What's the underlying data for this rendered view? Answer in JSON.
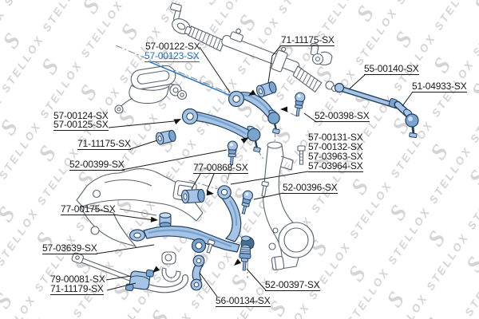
{
  "brand": {
    "watermark_text": "STELLOX",
    "watermark_logo": "stellox-s-wrench-logo"
  },
  "colors": {
    "background": "#ffffff",
    "watermark_gray": "#d4d4d7",
    "label_black": "#1a1a1a",
    "label_blue": "#2070be",
    "part_fill_blue": "#a6c4e6",
    "part_shade_blue": "#7aa3cf",
    "part_dark_blue": "#476f96",
    "part_outline_blue": "#24415c",
    "outline_gray": "#5a6470"
  },
  "diagram": {
    "type": "auto-parts-exploded-diagram",
    "subject": "front suspension and steering parts with catalog part numbers",
    "highlighted_part_number": "57-00123-SX"
  },
  "labels": [
    {
      "text": "57-00122-SX",
      "color": "black",
      "underline": false
    },
    {
      "text": "57-00123-SX",
      "color": "blue",
      "underline": true
    },
    {
      "text": "71-11175-SX",
      "color": "black",
      "underline": true
    },
    {
      "text": "55-00140-SX",
      "color": "black",
      "underline": true
    },
    {
      "text": "51-04933-SX",
      "color": "black",
      "underline": true
    },
    {
      "text": "52-00398-SX",
      "color": "black",
      "underline": true
    },
    {
      "text": "57-00124-SX",
      "color": "black",
      "underline": false
    },
    {
      "text": "57-00125-SX",
      "color": "black",
      "underline": true
    },
    {
      "text": "71-11175-SX",
      "color": "black",
      "underline": true
    },
    {
      "text": "52-00399-SX",
      "color": "black",
      "underline": true
    },
    {
      "text": "57-00131-SX",
      "color": "black",
      "underline": false
    },
    {
      "text": "57-00132-SX",
      "color": "black",
      "underline": false
    },
    {
      "text": "57-03963-SX",
      "color": "black",
      "underline": false
    },
    {
      "text": "57-03964-SX",
      "color": "black",
      "underline": true
    },
    {
      "text": "77-00868-SX",
      "color": "black",
      "underline": true
    },
    {
      "text": "52-00396-SX",
      "color": "black",
      "underline": true
    },
    {
      "text": "77-00175-SX",
      "color": "black",
      "underline": true
    },
    {
      "text": "57-03639-SX",
      "color": "black",
      "underline": true
    },
    {
      "text": "79-00081-SX",
      "color": "black",
      "underline": false
    },
    {
      "text": "71-11179-SX",
      "color": "black",
      "underline": true
    },
    {
      "text": "52-00397-SX",
      "color": "black",
      "underline": true
    },
    {
      "text": "56-00134-SX",
      "color": "black",
      "underline": true
    }
  ]
}
